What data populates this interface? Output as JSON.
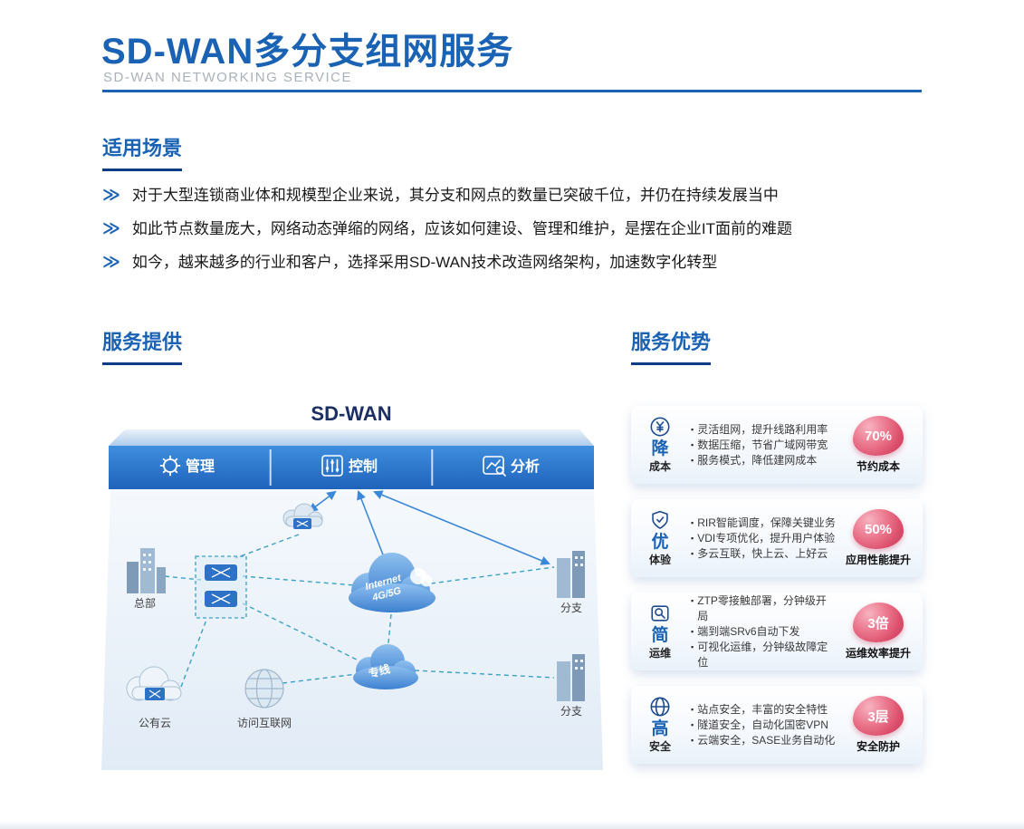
{
  "header": {
    "title": "SD-WAN多分支组网服务",
    "subtitle": "SD-WAN NETWORKING SERVICE"
  },
  "icons": {
    "bullet_arrow": "≫",
    "square_bullet": "▪"
  },
  "colors": {
    "primary_blue": "#1a63b4",
    "underline_navy": "#0d3c86",
    "bar_blue": "#2878d0",
    "dashed_teal": "#3aa0c8",
    "stat_red": "#d94563"
  },
  "scenarios": {
    "heading": "适用场景",
    "items": [
      "对于大型连锁商业体和规模型企业来说，其分支和网点的数量已突破千位，并仍在持续发展当中",
      "如此节点数量庞大，网络动态弹缩的网络，应该如何建设、管理和维护，是摆在企业IT面前的难题",
      "如今，越来越多的行业和客户，选择采用SD-WAN技术改造网络架构，加速数字化转型"
    ]
  },
  "service": {
    "heading": "服务提供",
    "diagram": {
      "title": "SD-WAN",
      "panels": [
        {
          "icon": "gear-icon",
          "label": "管理"
        },
        {
          "icon": "sliders-icon",
          "label": "控制"
        },
        {
          "icon": "analysis-icon",
          "label": "分析"
        }
      ],
      "labels": {
        "hq": "总部",
        "branch_top": "分支",
        "branch_bottom": "分支",
        "public_cloud": "公有云",
        "internet_access": "访问互联网",
        "internet_line1": "Internet",
        "internet_line2": "4G/5G",
        "leased_line": "专线"
      }
    }
  },
  "advantages": {
    "heading": "服务优势",
    "cards": [
      {
        "icon": "cost-reduction-icon",
        "title_big": "降",
        "title_small": "成本",
        "bullets": [
          "灵活组网，提升线路利用率",
          "数据压缩，节省广域网带宽",
          "服务模式，降低建网成本"
        ],
        "stat": "70%",
        "stat_label": "节约成本"
      },
      {
        "icon": "experience-shield-icon",
        "title_big": "优",
        "title_small": "体验",
        "bullets": [
          "RIR智能调度，保障关键业务",
          "VDI专项优化，提升用户体验",
          "多云互联，快上云、上好云"
        ],
        "stat": "50%",
        "stat_label": "应用性能提升"
      },
      {
        "icon": "ops-magnifier-icon",
        "title_big": "简",
        "title_small": "运维",
        "bullets": [
          "ZTP零接触部署，分钟级开局",
          "端到端SRv6自动下发",
          "可视化运维，分钟级故障定位"
        ],
        "stat": "3倍",
        "stat_label": "运维效率提升"
      },
      {
        "icon": "security-globe-icon",
        "title_big": "高",
        "title_small": "安全",
        "bullets": [
          "站点安全，丰富的安全特性",
          "隧道安全，自动化国密VPN",
          "云端安全，SASE业务自动化"
        ],
        "stat": "3层",
        "stat_label": "安全防护"
      }
    ]
  }
}
